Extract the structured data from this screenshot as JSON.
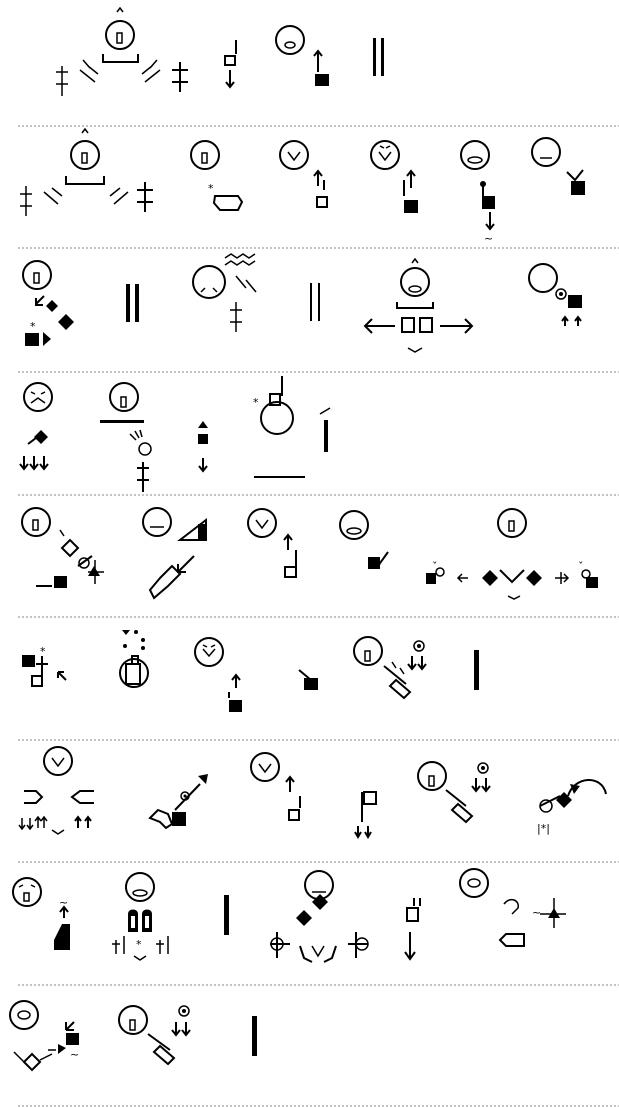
{
  "document": {
    "rows": [
      {
        "id": 1,
        "signs": [
          {
            "type": "face-sign",
            "name": "sign-face-handshake"
          },
          {
            "type": "marker-sign",
            "name": "sign-mark-down"
          },
          {
            "type": "face-sign",
            "name": "sign-face-up-square"
          },
          {
            "type": "bar-sign",
            "name": "sign-double-bar"
          }
        ]
      },
      {
        "id": 2,
        "signs": [
          {
            "type": "face-sign",
            "name": "sign-face-handshake-2"
          },
          {
            "type": "face-sign",
            "name": "sign-face-hand"
          },
          {
            "type": "face-sign",
            "name": "sign-face-up-open"
          },
          {
            "type": "face-sign",
            "name": "sign-face-up-filled"
          },
          {
            "type": "face-sign",
            "name": "sign-face-down-filled"
          },
          {
            "type": "face-sign",
            "name": "sign-face-corner"
          }
        ]
      },
      {
        "id": 3,
        "signs": [
          {
            "type": "face-sign",
            "name": "sign-face-diamonds"
          },
          {
            "type": "bar-sign",
            "name": "sign-double-bar-bold"
          },
          {
            "type": "face-sign",
            "name": "sign-face-waves"
          },
          {
            "type": "bar-sign",
            "name": "sign-double-bar-thin"
          },
          {
            "type": "face-sign",
            "name": "sign-face-arms-out"
          },
          {
            "type": "face-sign",
            "name": "sign-face-target"
          }
        ]
      },
      {
        "id": 4,
        "signs": [
          {
            "type": "face-sign",
            "name": "sign-face-frown"
          },
          {
            "type": "face-sign",
            "name": "sign-face-line"
          },
          {
            "type": "marker-sign",
            "name": "sign-mark-arrow-down"
          },
          {
            "type": "face-sign",
            "name": "sign-body-circle"
          },
          {
            "type": "bar-sign",
            "name": "sign-single-bar-accent"
          }
        ]
      },
      {
        "id": 5,
        "signs": [
          {
            "type": "face-sign",
            "name": "sign-face-diamond-move"
          },
          {
            "type": "face-sign",
            "name": "sign-face-stairs"
          },
          {
            "type": "face-sign",
            "name": "sign-face-up-square-2"
          },
          {
            "type": "face-sign",
            "name": "sign-face-check"
          },
          {
            "type": "face-sign",
            "name": "sign-face-diamonds-pair"
          }
        ]
      },
      {
        "id": 6,
        "signs": [
          {
            "type": "marker-sign",
            "name": "sign-hands-star"
          },
          {
            "type": "face-sign",
            "name": "sign-hand-in-circle"
          },
          {
            "type": "face-sign",
            "name": "sign-face-up-filled-2"
          },
          {
            "type": "marker-sign",
            "name": "sign-mark-slash"
          },
          {
            "type": "face-sign",
            "name": "sign-face-mouth-hand"
          },
          {
            "type": "bar-sign",
            "name": "sign-single-bar"
          }
        ]
      },
      {
        "id": 7,
        "signs": [
          {
            "type": "face-sign",
            "name": "sign-face-hands-spread"
          },
          {
            "type": "marker-sign",
            "name": "sign-hand-arrow-out"
          },
          {
            "type": "face-sign",
            "name": "sign-face-up-square-3"
          },
          {
            "type": "marker-sign",
            "name": "sign-flag-down"
          },
          {
            "type": "face-sign",
            "name": "sign-face-mouth-hand-2"
          },
          {
            "type": "marker-sign",
            "name": "sign-hand-curve"
          }
        ]
      },
      {
        "id": 8,
        "signs": [
          {
            "type": "face-sign",
            "name": "sign-face-closed-eyes"
          },
          {
            "type": "face-sign",
            "name": "sign-face-two-hands"
          },
          {
            "type": "bar-sign",
            "name": "sign-single-bar-2"
          },
          {
            "type": "face-sign",
            "name": "sign-face-swirl"
          },
          {
            "type": "marker-sign",
            "name": "sign-mark-down-2"
          },
          {
            "type": "face-sign",
            "name": "sign-face-mouth-curve"
          }
        ]
      },
      {
        "id": 9,
        "signs": [
          {
            "type": "face-sign",
            "name": "sign-face-mouth-arrow"
          },
          {
            "type": "face-sign",
            "name": "sign-face-mouth-hand-3"
          },
          {
            "type": "bar-sign",
            "name": "sign-single-bar-3"
          }
        ]
      }
    ],
    "glyph_text": {
      "star": "*",
      "tilde": "~",
      "check": "ˇ",
      "bars": "|*|"
    },
    "colors": {
      "ink": "#000000",
      "separator": "#8a8a8a",
      "background": "#ffffff"
    }
  }
}
